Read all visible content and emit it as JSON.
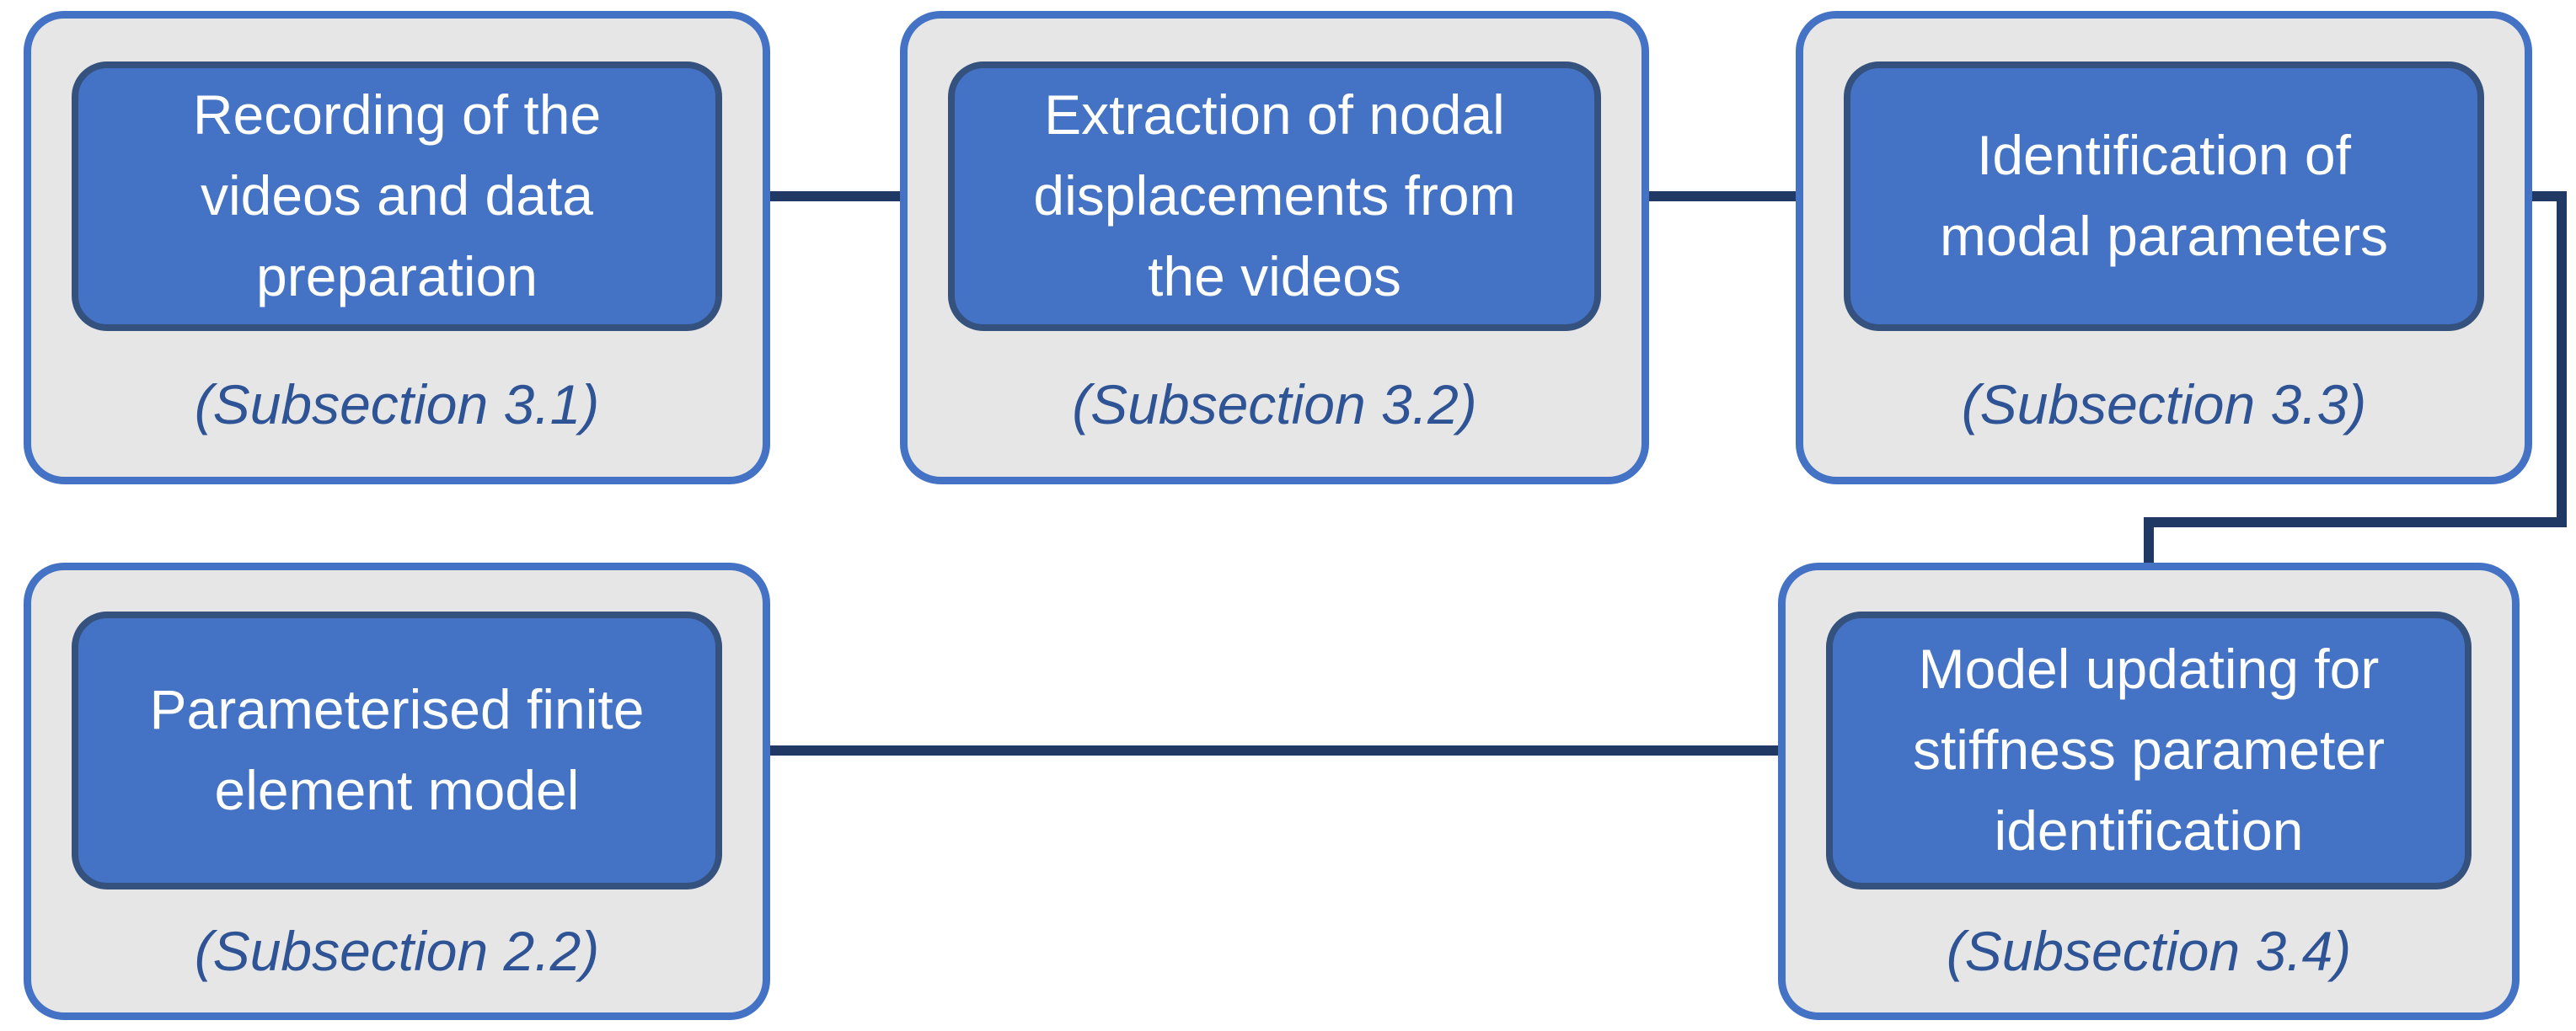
{
  "diagram": {
    "background": "#ffffff",
    "colors": {
      "container_fill": "#e6e6e6",
      "container_border": "#4472c4",
      "step_fill": "#4472c4",
      "step_border": "#35517e",
      "step_text": "#ffffff",
      "subsection_text": "#2f5496",
      "arrow": "#203864"
    },
    "nodes": [
      {
        "id": "recording",
        "title": "Recording of the\nvideos and data\npreparation",
        "subsection": "(Subsection 3.1)"
      },
      {
        "id": "extraction",
        "title": "Extraction of nodal\ndisplacements from\nthe videos",
        "subsection": "(Subsection 3.2)"
      },
      {
        "id": "identification",
        "title": "Identification of\nmodal parameters",
        "subsection": "(Subsection 3.3)"
      },
      {
        "id": "fe-model",
        "title": "Parameterised finite\nelement model",
        "subsection": "(Subsection 2.2)"
      },
      {
        "id": "model-updating",
        "title": "Model updating for\nstiffness parameter\nidentification",
        "subsection": "(Subsection 3.4)"
      }
    ],
    "connections": [
      {
        "from": "recording",
        "to": "extraction",
        "route": "straight-right"
      },
      {
        "from": "extraction",
        "to": "identification",
        "route": "straight-right"
      },
      {
        "from": "identification",
        "to": "model-updating",
        "route": "elbow-right-down-left-down"
      },
      {
        "from": "fe-model",
        "to": "model-updating",
        "route": "straight-right"
      }
    ]
  }
}
